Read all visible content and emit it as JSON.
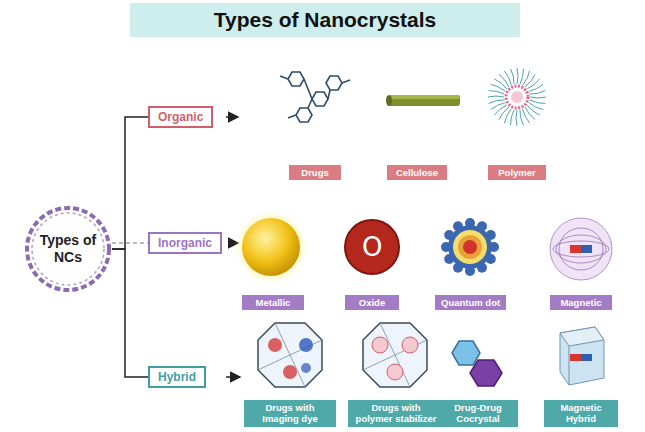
{
  "diagram": {
    "title": "Types of Nanocrystals",
    "nodes": [
      {
        "text": [
          "Types of NCs"
        ]
      },
      {
        "text": [
          "Organic"
        ]
      },
      {
        "text": [
          "Drugs"
        ]
      },
      {
        "text": [
          "Cellulose"
        ]
      },
      {
        "text": [
          "Polymer"
        ]
      },
      {
        "text": [
          "Inorganic"
        ]
      },
      {
        "text": [
          "Metallic"
        ]
      },
      {
        "text": [
          "Oxide"
        ]
      },
      {
        "text": [
          "Quantum dot"
        ]
      },
      {
        "text": [
          "Magnetic"
        ]
      },
      {
        "text": [
          "Hybrid"
        ]
      },
      {
        "text": [
          "Drugs with Imaging dye"
        ]
      },
      {
        "text": [
          "Drugs with polymer stabilizer"
        ]
      },
      {
        "text": [
          "Drug-Drug Cocrystal"
        ]
      },
      {
        "text": [
          "Magnetic Hybrid"
        ]
      }
    ],
    "edges": [
      {
        "from": 0,
        "to": 1,
        "arrow": "none"
      },
      {
        "from": 0,
        "to": 5,
        "arrow": "none"
      },
      {
        "from": 0,
        "to": 10,
        "arrow": "none"
      }
    ],
    "labels": [
      "O"
    ]
  }
}
